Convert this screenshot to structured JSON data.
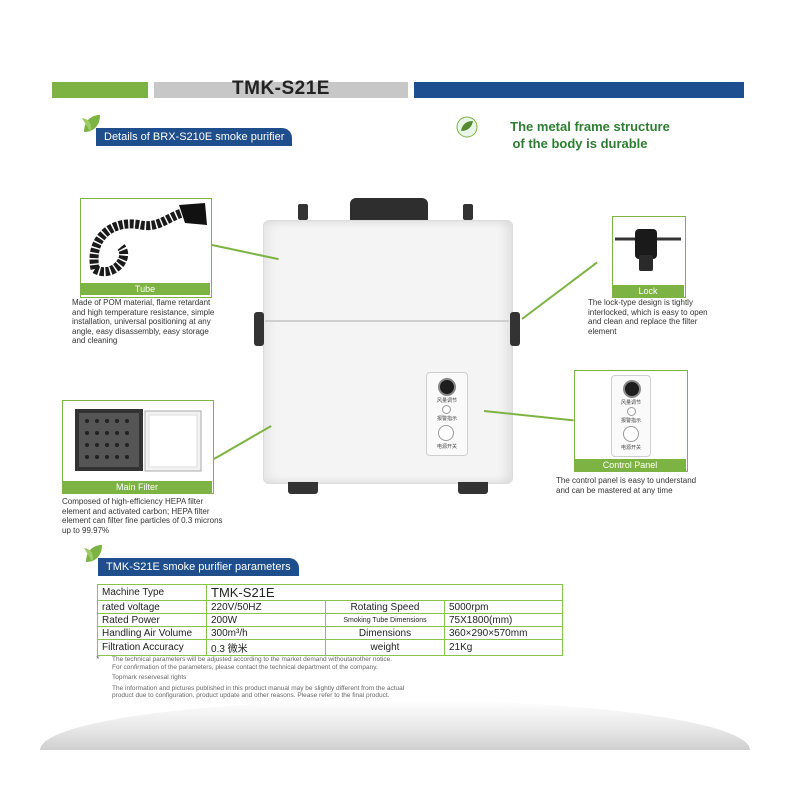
{
  "header": {
    "model": "TMK-S21E"
  },
  "sections": {
    "details_title": "Details of BRX-S210E smoke purifier",
    "frame_heading_line1": "The metal frame structure",
    "frame_heading_line2": "of the body is durable",
    "params_title": "TMK-S21E smoke purifier parameters"
  },
  "features": {
    "tube": {
      "caption": "Tube",
      "desc": [
        "Made of POM material, flame retardant",
        "and high temperature resistance, simple",
        "installation, universal positioning at any",
        "angle, easy disassembly, easy storage",
        "and cleaning"
      ]
    },
    "lock": {
      "caption": "Lock",
      "desc": [
        "The lock-type design is tightly",
        "interlocked, which is easy to open",
        "and clean and replace the filter",
        "element"
      ]
    },
    "filter": {
      "caption": "Main Filter",
      "desc": [
        "Composed of high-efficiency HEPA filter",
        "element and activated carbon; HEPA filter",
        "element can filter fine particles of 0.3 microns",
        "up to 99.97%"
      ]
    },
    "control": {
      "caption": "Control Panel",
      "desc": [
        "The control panel is easy to understand",
        "and can be mastered at any time"
      ]
    }
  },
  "panel_labels": {
    "wind": "风量调节",
    "alarm": "报警指示",
    "power": "电源开关"
  },
  "params": {
    "rows": [
      [
        "Machine Type",
        "TMK-S21E",
        "",
        ""
      ],
      [
        "rated voltage",
        "220V/50HZ",
        "Rotating Speed",
        "5000rpm"
      ],
      [
        "Rated Power",
        "200W",
        "Smoking Tube Dimensions",
        "75X1800(mm)"
      ],
      [
        "Handling Air Volume",
        "300m³/h",
        "Dimensions",
        "360×290×570mm"
      ],
      [
        "Filtration Accuracy",
        "0.3 微米",
        "weight",
        "21Kg"
      ]
    ]
  },
  "notes": {
    "star": "*",
    "line1": "The technical parameters will be adjusted according to the market demand withoutanother notice.",
    "line2": "For confirmation of the parameters, please contact the technical department of the company.",
    "rights": "Topmark reservesal rights",
    "line3": "The information and pictures published in this product manual may be slightly different from the actual",
    "line4": "product due to configuration, product update and other reasons. Please refer to the final product."
  },
  "colors": {
    "green": "#7cb342",
    "blue": "#1d4e8f",
    "gray": "#c7c7c7"
  }
}
